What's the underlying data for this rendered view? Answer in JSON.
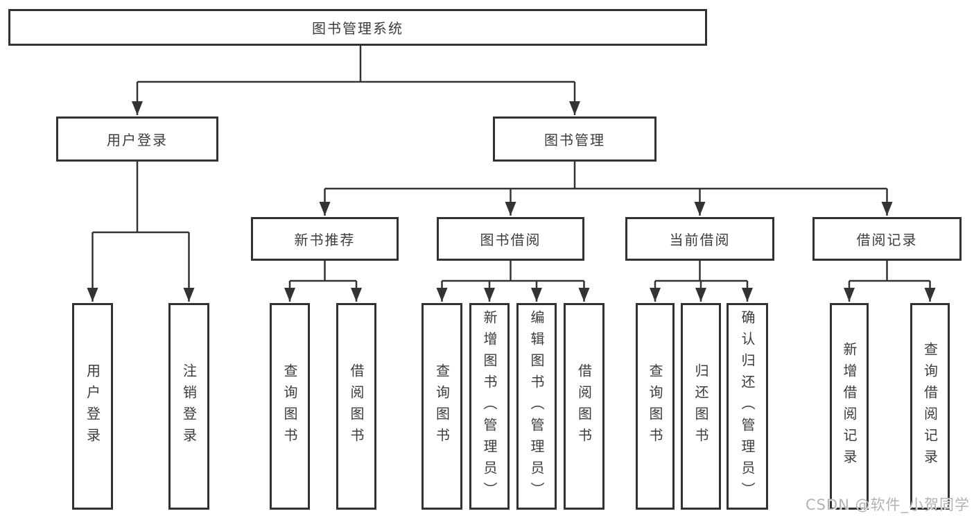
{
  "tree": {
    "root": "图书管理系统",
    "level2": [
      "用户登录",
      "图书管理"
    ],
    "level3": [
      "新书推荐",
      "图书借阅",
      "当前借阅",
      "借阅记录"
    ],
    "level4": {
      "user_login": [
        "用户登录",
        "注销登录"
      ],
      "new_books": [
        "查询图书",
        "借阅图书"
      ],
      "book_borrow": [
        "查询图书",
        "新增图书（管理员）",
        "编辑图书（管理员）",
        "借阅图书"
      ],
      "current_borrow": [
        "查询图书",
        "归还图书",
        "确认归还（管理员）"
      ],
      "borrow_records": [
        "新增借阅记录",
        "查询借阅记录"
      ]
    }
  },
  "watermark": "CSDN @软件_小贺同学",
  "colors": {
    "line": "#333333",
    "box_border": "#323232",
    "text": "#3c3c3c",
    "watermark_text": "#b3b3b3",
    "background": "#ffffff"
  }
}
